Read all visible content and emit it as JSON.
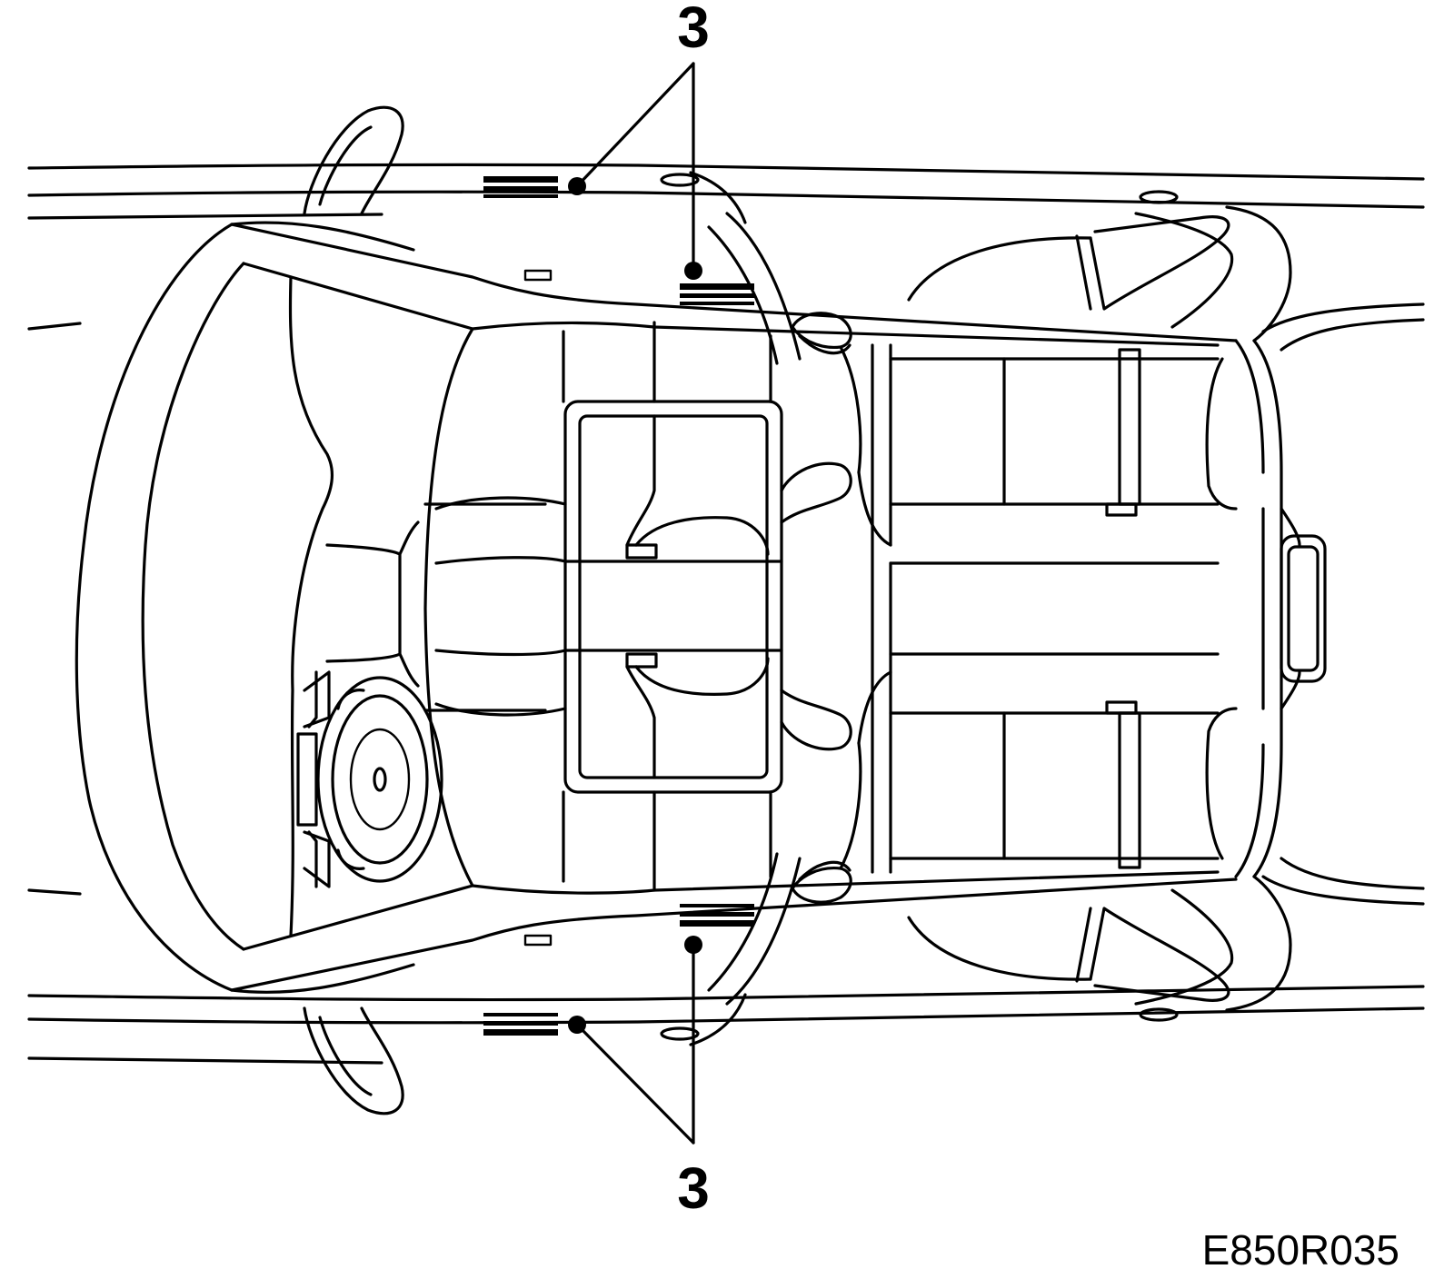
{
  "callouts": {
    "top_label": "3",
    "bottom_label": "3"
  },
  "figure_code": "E850R035",
  "colors": {
    "line": "#000000",
    "background": "#ffffff"
  }
}
